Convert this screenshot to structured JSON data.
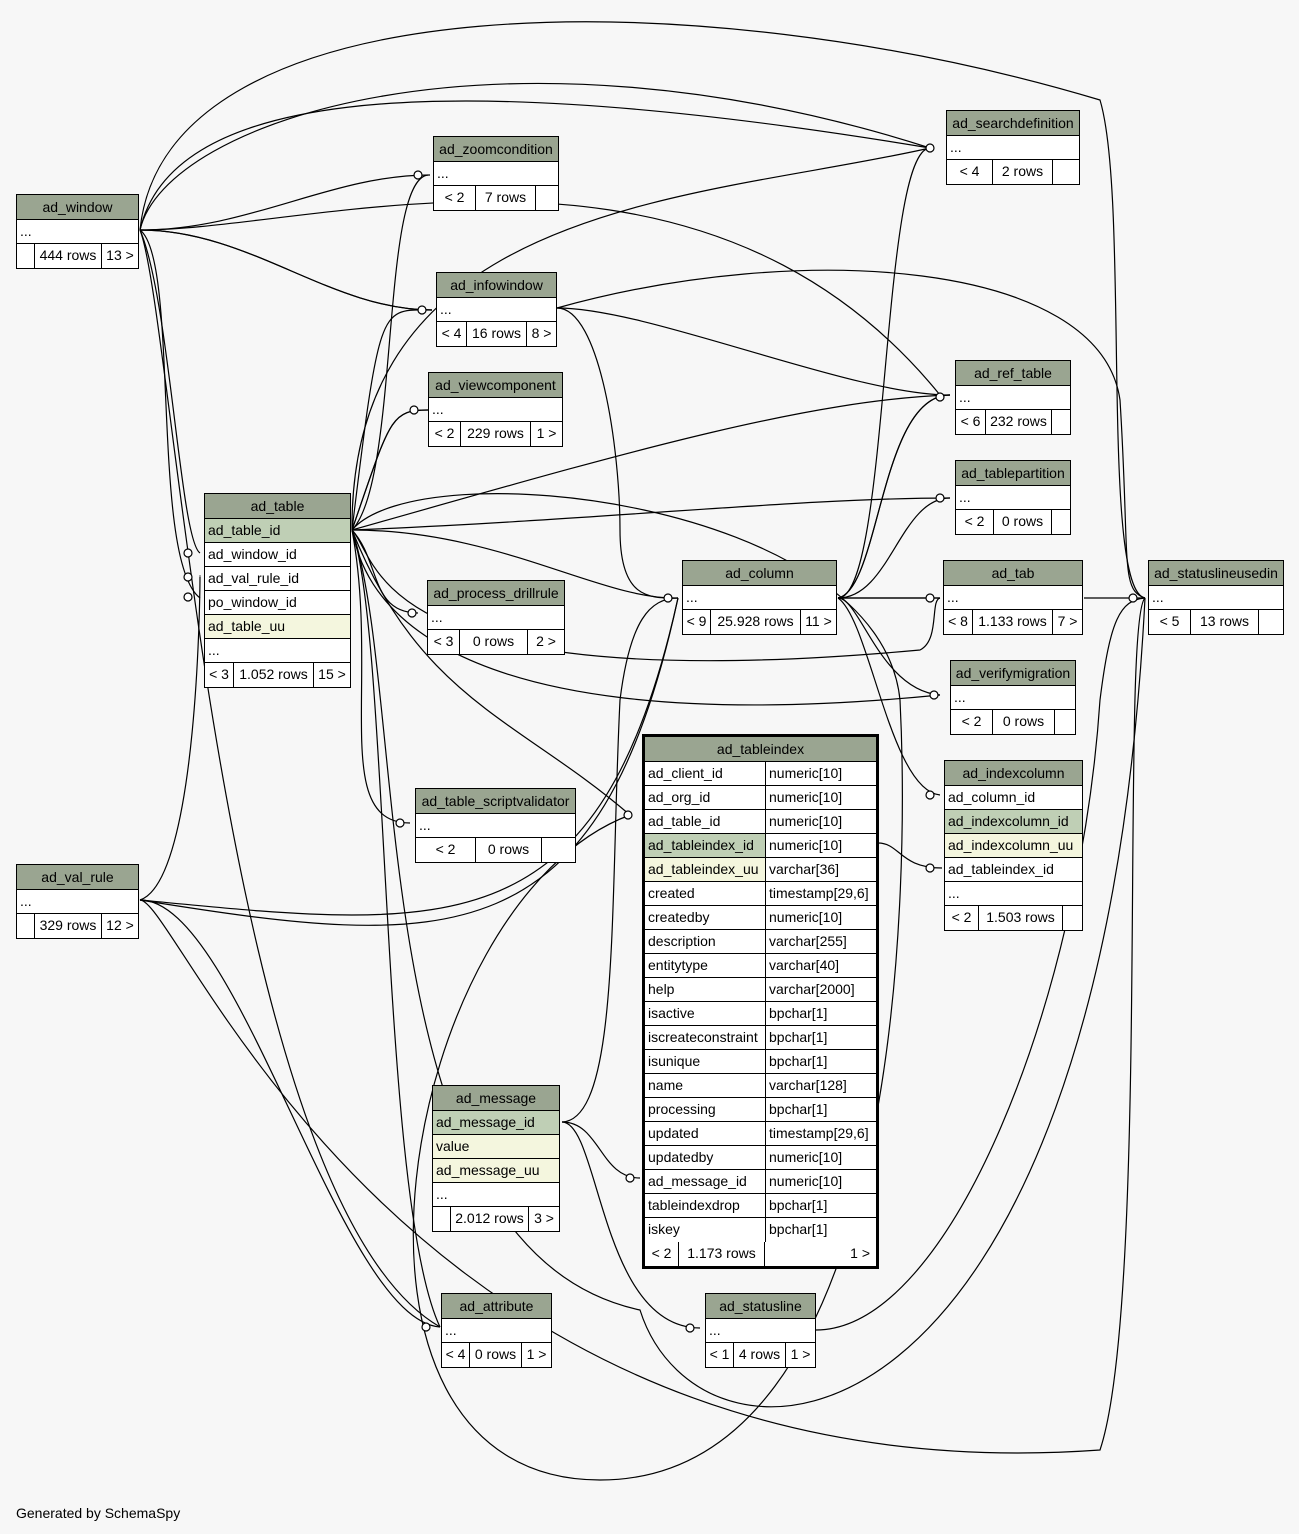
{
  "footer_text": "Generated by SchemaSpy",
  "tables": {
    "ad_window": {
      "title": "ad_window",
      "row": "...",
      "foot": [
        "",
        "444 rows",
        "13 >"
      ]
    },
    "ad_zoomcondition": {
      "title": "ad_zoomcondition",
      "row": "...",
      "foot": [
        "< 2",
        "7 rows",
        ""
      ]
    },
    "ad_searchdefinition": {
      "title": "ad_searchdefinition",
      "row": "...",
      "foot": [
        "< 4",
        "2 rows",
        ""
      ]
    },
    "ad_infowindow": {
      "title": "ad_infowindow",
      "row": "...",
      "foot": [
        "< 4",
        "16 rows",
        "8 >"
      ]
    },
    "ad_viewcomponent": {
      "title": "ad_viewcomponent",
      "row": "...",
      "foot": [
        "< 2",
        "229 rows",
        "1 >"
      ]
    },
    "ad_ref_table": {
      "title": "ad_ref_table",
      "row": "...",
      "foot": [
        "< 6",
        "232 rows",
        ""
      ]
    },
    "ad_tablepartition": {
      "title": "ad_tablepartition",
      "row": "...",
      "foot": [
        "< 2",
        "0 rows",
        ""
      ]
    },
    "ad_table": {
      "title": "ad_table",
      "rows": [
        "ad_table_id",
        "ad_window_id",
        "ad_val_rule_id",
        "po_window_id",
        "ad_table_uu",
        "..."
      ],
      "foot": [
        "< 3",
        "1.052 rows",
        "15 >"
      ]
    },
    "ad_process_drillrule": {
      "title": "ad_process_drillrule",
      "row": "...",
      "foot": [
        "< 3",
        "0 rows",
        "2 >"
      ]
    },
    "ad_column": {
      "title": "ad_column",
      "row": "...",
      "foot": [
        "< 9",
        "25.928 rows",
        "11 >"
      ]
    },
    "ad_tab": {
      "title": "ad_tab",
      "row": "...",
      "foot": [
        "< 8",
        "1.133 rows",
        "7 >"
      ]
    },
    "ad_statuslineusedin": {
      "title": "ad_statuslineusedin",
      "row": "...",
      "foot": [
        "< 5",
        "13 rows",
        ""
      ]
    },
    "ad_verifymigration": {
      "title": "ad_verifymigration",
      "row": "...",
      "foot": [
        "< 2",
        "0 rows",
        ""
      ]
    },
    "ad_tableindex": {
      "title": "ad_tableindex",
      "columns": [
        [
          "ad_client_id",
          "numeric[10]"
        ],
        [
          "ad_org_id",
          "numeric[10]"
        ],
        [
          "ad_table_id",
          "numeric[10]"
        ],
        [
          "ad_tableindex_id",
          "numeric[10]"
        ],
        [
          "ad_tableindex_uu",
          "varchar[36]"
        ],
        [
          "created",
          "timestamp[29,6]"
        ],
        [
          "createdby",
          "numeric[10]"
        ],
        [
          "description",
          "varchar[255]"
        ],
        [
          "entitytype",
          "varchar[40]"
        ],
        [
          "help",
          "varchar[2000]"
        ],
        [
          "isactive",
          "bpchar[1]"
        ],
        [
          "iscreateconstraint",
          "bpchar[1]"
        ],
        [
          "isunique",
          "bpchar[1]"
        ],
        [
          "name",
          "varchar[128]"
        ],
        [
          "processing",
          "bpchar[1]"
        ],
        [
          "updated",
          "timestamp[29,6]"
        ],
        [
          "updatedby",
          "numeric[10]"
        ],
        [
          "ad_message_id",
          "numeric[10]"
        ],
        [
          "tableindexdrop",
          "bpchar[1]"
        ],
        [
          "iskey",
          "bpchar[1]"
        ]
      ],
      "foot": [
        "< 2",
        "1.173 rows",
        "1 >"
      ]
    },
    "ad_indexcolumn": {
      "title": "ad_indexcolumn",
      "rows": [
        "ad_column_id",
        "ad_indexcolumn_id",
        "ad_indexcolumn_uu",
        "ad_tableindex_id",
        "..."
      ],
      "foot": [
        "< 2",
        "1.503 rows",
        ""
      ]
    },
    "ad_table_scriptvalidator": {
      "title": "ad_table_scriptvalidator",
      "row": "...",
      "foot": [
        "< 2",
        "0 rows",
        ""
      ]
    },
    "ad_val_rule": {
      "title": "ad_val_rule",
      "row": "...",
      "foot": [
        "",
        "329 rows",
        "12 >"
      ]
    },
    "ad_message": {
      "title": "ad_message",
      "rows": [
        "ad_message_id",
        "value",
        "ad_message_uu",
        "..."
      ],
      "foot": [
        "",
        "2.012 rows",
        "3 >"
      ]
    },
    "ad_attribute": {
      "title": "ad_attribute",
      "row": "...",
      "foot": [
        "< 4",
        "0 rows",
        "1 >"
      ]
    },
    "ad_statusline": {
      "title": "ad_statusline",
      "row": "...",
      "foot": [
        "< 1",
        "4 rows",
        "1 >"
      ]
    }
  }
}
